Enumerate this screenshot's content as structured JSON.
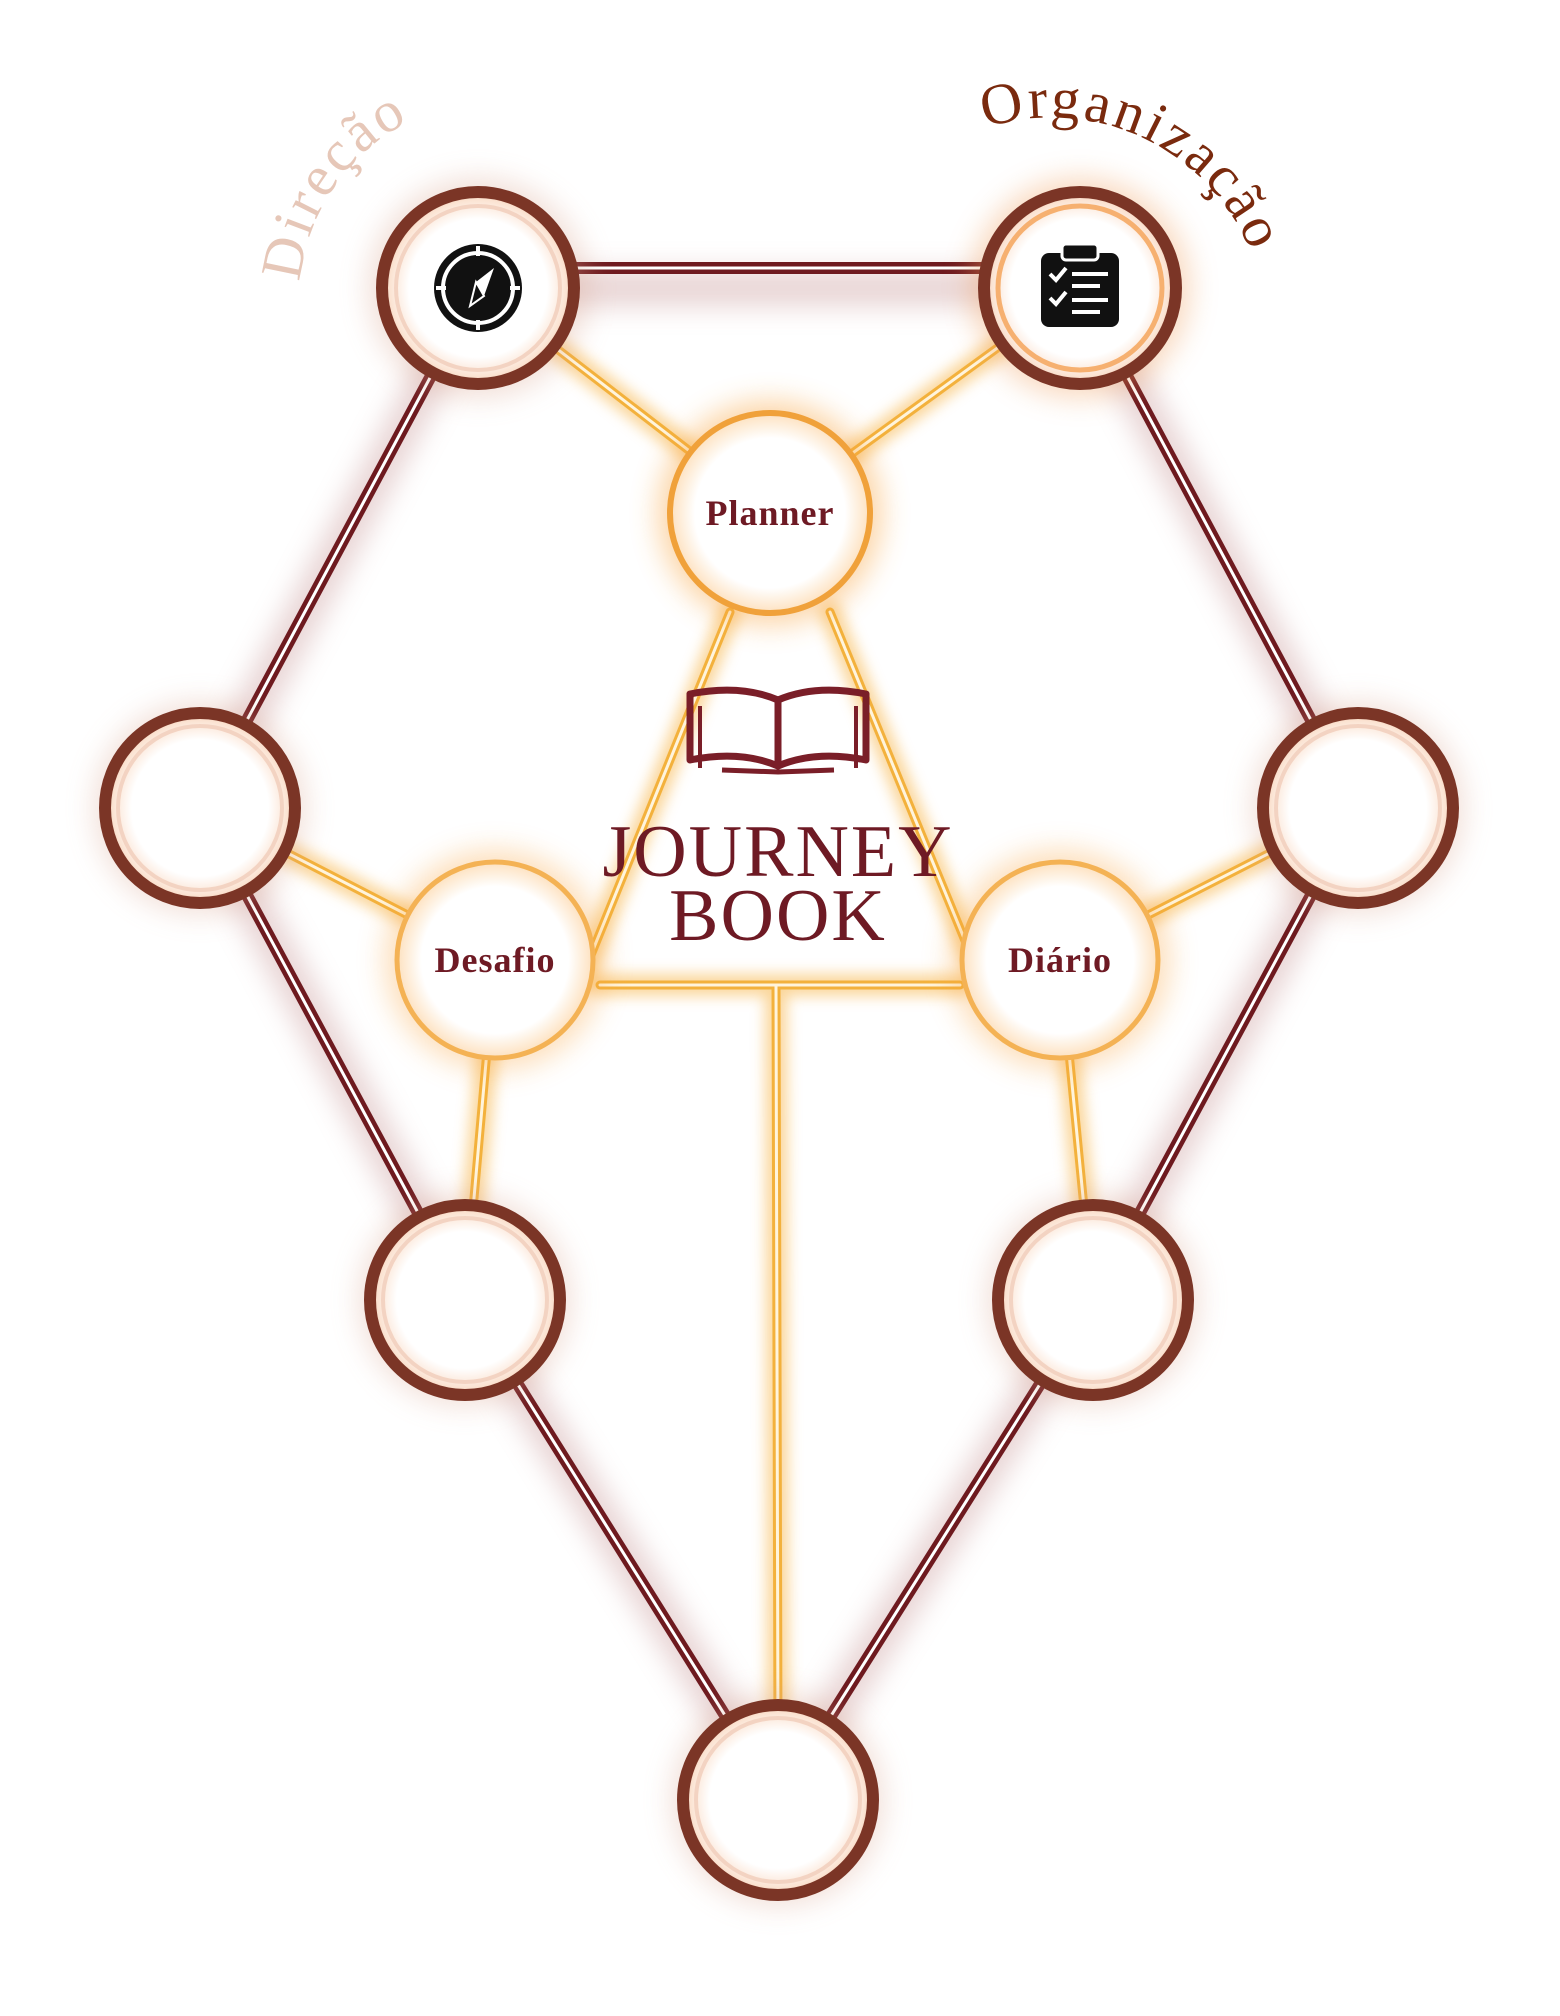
{
  "title": {
    "line1": "JOURNEY",
    "line2": "BOOK"
  },
  "arcs": {
    "left": "Direção",
    "right": "Organização"
  },
  "nodes": {
    "planner": "Planner",
    "desafio": "Desafio",
    "diario": "Diário"
  },
  "icons": {
    "left_top": "compass-icon",
    "right_top": "clipboard-checklist-icon",
    "center": "open-book-icon"
  },
  "colors": {
    "outer_line": "#6e1a1f",
    "inner_line": "#f3b13c",
    "outer_ring": "#7b3526",
    "glow": "#f7a23a",
    "label": "#6e1a24"
  }
}
